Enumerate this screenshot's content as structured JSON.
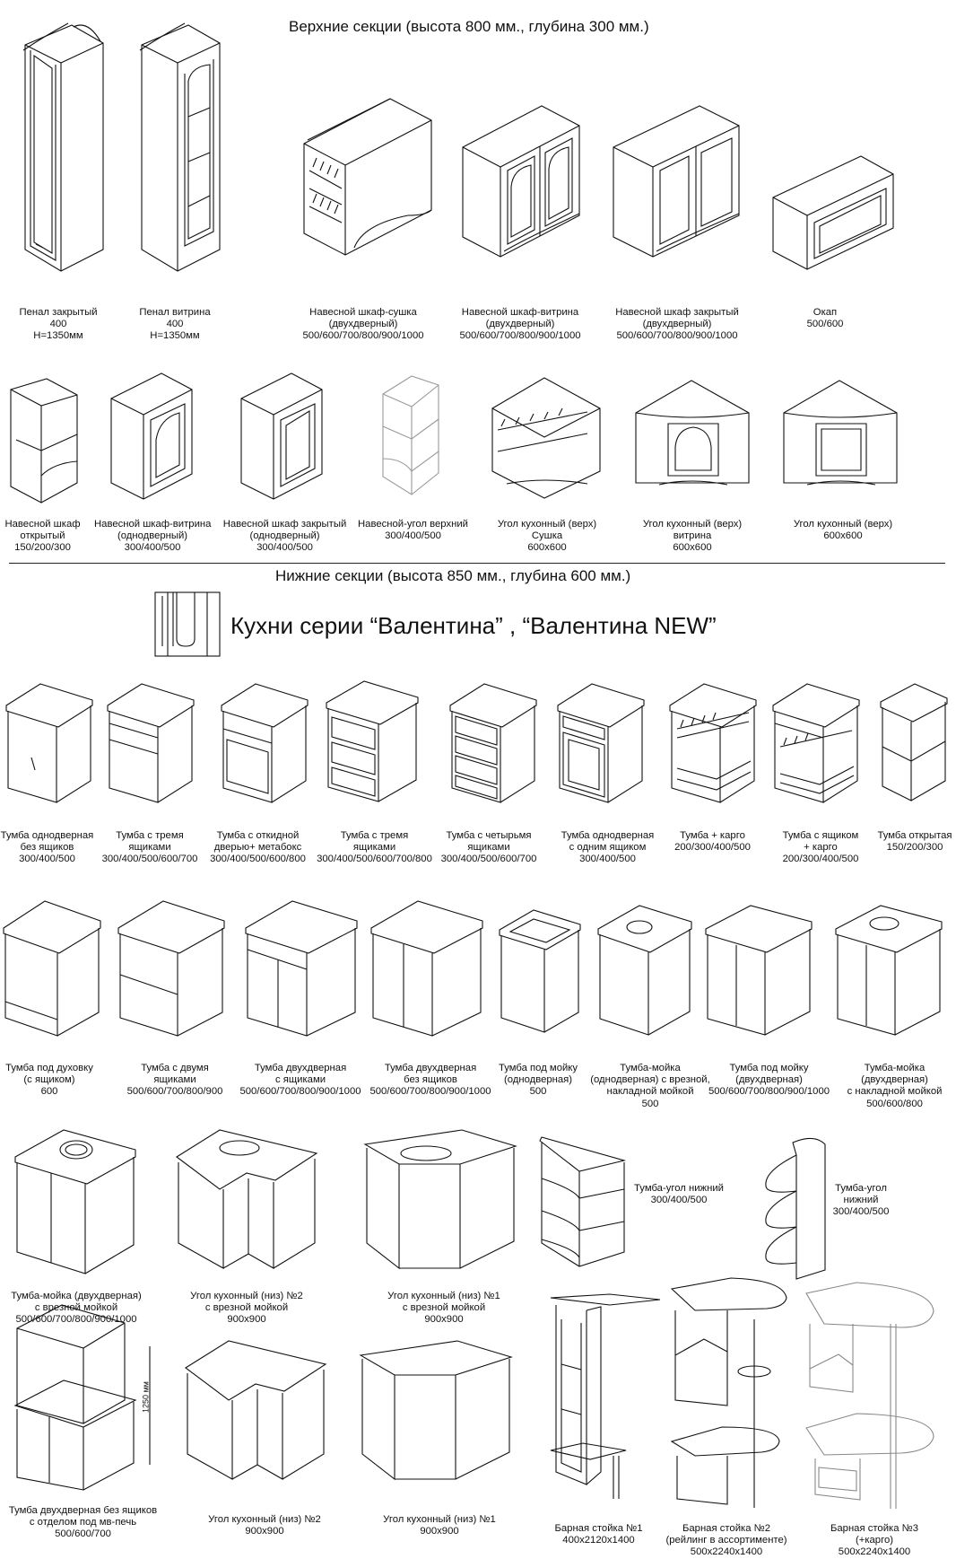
{
  "headers": {
    "upper": "Верхние секции (высота 800 мм., глубина 300 мм.)",
    "lower": "Нижние секции (высота 850 мм., глубина 600 мм.)",
    "series": "Кухни серии “Валентина” , “Валентина NEW”"
  },
  "dimension_label": "1250 мм",
  "items": [
    {
      "id": "penal-zakrytyi",
      "lines": [
        "Пенал закрытый",
        "400",
        "H=1350мм"
      ]
    },
    {
      "id": "penal-vitrina",
      "lines": [
        "Пенал витрина",
        "400",
        "H=1350мм"
      ]
    },
    {
      "id": "naves-sushka-2",
      "lines": [
        "Навесной шкаф-сушка",
        "(двухдверный)",
        "500/600/700/800/900/1000"
      ]
    },
    {
      "id": "naves-vitrina-2",
      "lines": [
        "Навесной шкаф-витрина",
        "(двухдверный)",
        "500/600/700/800/900/1000"
      ]
    },
    {
      "id": "naves-zakrytyi-2",
      "lines": [
        "Навесной шкаф закрытый",
        "(двухдверный)",
        "500/600/700/800/900/1000"
      ]
    },
    {
      "id": "okap",
      "lines": [
        "Окап",
        "500/600"
      ]
    },
    {
      "id": "naves-otkrytyi",
      "lines": [
        "Навесной шкаф",
        "открытый",
        "150/200/300"
      ]
    },
    {
      "id": "naves-vitrina-1",
      "lines": [
        "Навесной шкаф-витрина",
        "(однодверный)",
        "300/400/500"
      ]
    },
    {
      "id": "naves-zakrytyi-1",
      "lines": [
        "Навесной шкаф закрытый",
        "(однодверный)",
        "300/400/500"
      ]
    },
    {
      "id": "naves-ugol",
      "lines": [
        "Навесной-угол верхний",
        "300/400/500"
      ]
    },
    {
      "id": "ugol-verh-sushka",
      "lines": [
        "Угол кухонный (верх)",
        "Сушка",
        "600x600"
      ]
    },
    {
      "id": "ugol-verh-vitrina",
      "lines": [
        "Угол кухонный (верх)",
        "витрина",
        "600x600"
      ]
    },
    {
      "id": "ugol-verh",
      "lines": [
        "Угол кухонный (верх)",
        "600x600"
      ]
    },
    {
      "id": "tumba-1dv",
      "lines": [
        "Тумба однодверная",
        "без ящиков",
        "300/400/500"
      ]
    },
    {
      "id": "tumba-3ya-a",
      "lines": [
        "Тумба с тремя",
        "ящиками",
        "300/400/500/600/700"
      ]
    },
    {
      "id": "tumba-otkidnoi",
      "lines": [
        "Тумба с откидной",
        "дверью+ метабокс",
        "300/400/500/600/800"
      ]
    },
    {
      "id": "tumba-3ya-b",
      "lines": [
        "Тумба с тремя",
        "ящиками",
        "300/400/500/600/700/800"
      ]
    },
    {
      "id": "tumba-4ya",
      "lines": [
        "Тумба с четырьмя",
        "ящиками",
        "300/400/500/600/700"
      ]
    },
    {
      "id": "tumba-1dv-1ya",
      "lines": [
        "Тумба однодверная",
        "с одним ящиком",
        "300/400/500"
      ]
    },
    {
      "id": "tumba-kargo",
      "lines": [
        "Тумба + карго",
        "200/300/400/500"
      ]
    },
    {
      "id": "tumba-ya-kargo",
      "lines": [
        "Тумба с ящиком",
        "+ карго",
        "200/300/400/500"
      ]
    },
    {
      "id": "tumba-otkrytaya",
      "lines": [
        "Тумба открытая",
        "150/200/300"
      ]
    },
    {
      "id": "tumba-duhovka",
      "lines": [
        "Тумба под духовку",
        "(с ящиком)",
        "600"
      ]
    },
    {
      "id": "tumba-2ya",
      "lines": [
        "Тумба с двумя",
        "ящиками",
        "500/600/700/800/900"
      ]
    },
    {
      "id": "tumba-2dv-ya",
      "lines": [
        "Тумба двухдверная",
        "с ящиками",
        "500/600/700/800/900/1000"
      ]
    },
    {
      "id": "tumba-2dv",
      "lines": [
        "Тумба двухдверная",
        "без ящиков",
        "500/600/700/800/900/1000"
      ]
    },
    {
      "id": "tumba-moika-1",
      "lines": [
        "Тумба под мойку",
        "(однодверная)",
        "500"
      ]
    },
    {
      "id": "tumba-moika-1-vrez",
      "lines": [
        "Тумба-мойка",
        "(однодверная) с врезной,",
        "накладной мойкой",
        "500"
      ]
    },
    {
      "id": "tumba-moika-2",
      "lines": [
        "Тумба под мойку",
        "(двухдверная)",
        "500/600/700/800/900/1000"
      ]
    },
    {
      "id": "tumba-moika-2-nakl",
      "lines": [
        "Тумба-мойка",
        "(двухдверная)",
        "с накладной  мойкой",
        "500/600/800"
      ]
    },
    {
      "id": "tumba-moika-2-vrez",
      "lines": [
        "Тумба-мойка (двухдверная)",
        "с врезной мойкой",
        "500/600/700/800/900/1000"
      ]
    },
    {
      "id": "ugol-niz-2-moika",
      "lines": [
        "Угол кухонный (низ) №2",
        "с врезной мойкой",
        "900x900"
      ]
    },
    {
      "id": "ugol-niz-1-moika",
      "lines": [
        "Угол кухонный (низ) №1",
        "с врезной мойкой",
        "900x900"
      ]
    },
    {
      "id": "tumba-ugol-a",
      "lines": [
        "Тумба-угол нижний",
        "300/400/500"
      ]
    },
    {
      "id": "tumba-ugol-b",
      "lines": [
        "Тумба-угол",
        "нижний",
        "300/400/500"
      ]
    },
    {
      "id": "tumba-2dv-mv",
      "lines": [
        "Тумба двухдверная без ящиков",
        "с отделом под мв-печь",
        "500/600/700"
      ]
    },
    {
      "id": "ugol-niz-2",
      "lines": [
        "Угол кухонный (низ) №2",
        "900x900"
      ]
    },
    {
      "id": "ugol-niz-1",
      "lines": [
        "Угол кухонный (низ) №1",
        "900x900"
      ]
    },
    {
      "id": "bar-1",
      "lines": [
        "Барная стойка №1",
        "400x2120x1400"
      ]
    },
    {
      "id": "bar-2",
      "lines": [
        "Барная стойка №2",
        "(рейлинг в ассортименте)",
        "500x2240x1400"
      ]
    },
    {
      "id": "bar-3",
      "lines": [
        "Барная стойка №3",
        "(+карго)",
        "500x2240x1400"
      ]
    }
  ]
}
